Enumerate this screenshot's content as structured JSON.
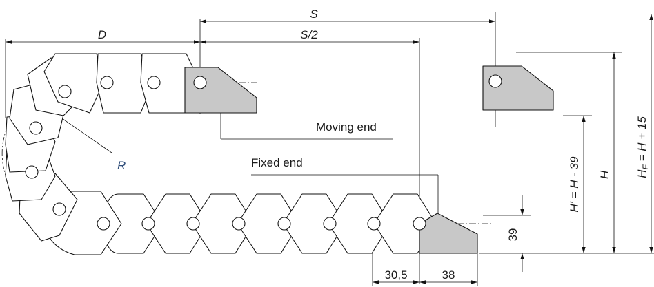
{
  "labels": {
    "s": "S",
    "s_half": "S/2",
    "d": "D",
    "r": "R",
    "moving_end": "Moving end",
    "fixed_end": "Fixed end",
    "h_prime": "H' = H - 39",
    "h": "H",
    "hf_main": "H",
    "hf_sub": "F",
    "hf_rest": " = H + 15",
    "dim_39": "39",
    "dim_30_5": "30,5",
    "dim_38": "38"
  },
  "colors": {
    "line": "#111111",
    "end_fill": "#c8c8c8",
    "radius_label": "#2f4d7a"
  }
}
